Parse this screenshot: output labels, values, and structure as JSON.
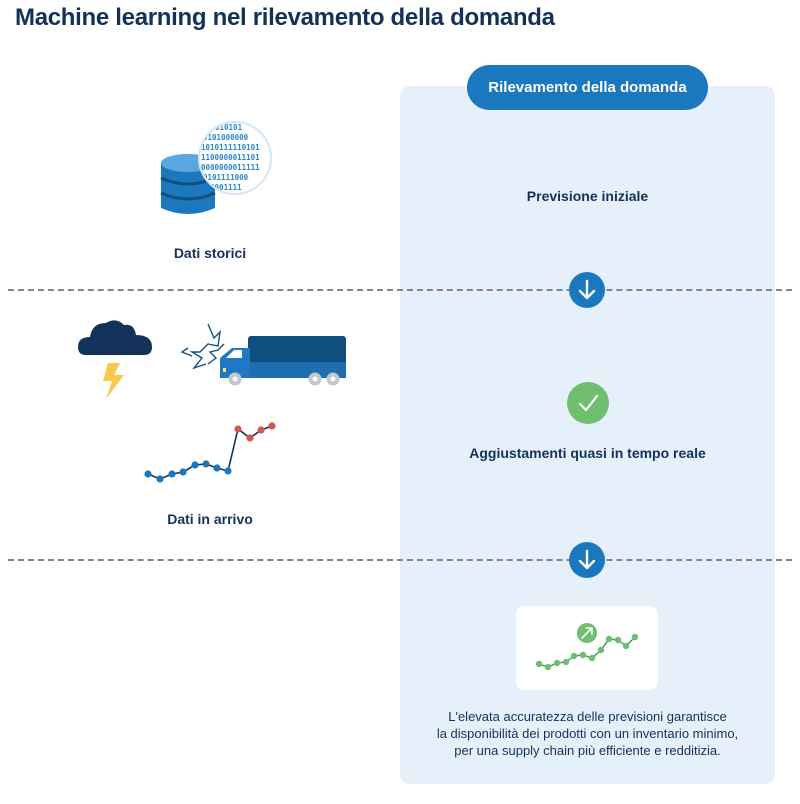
{
  "title": "Machine learning nel rilevamento della domanda",
  "panel": {
    "header_label": "Rilevamento della domanda",
    "step1_label": "Previsione iniziale",
    "step2_label": "Aggiustamenti quasi in tempo reale",
    "result_text_lines": [
      "L'elevata accuratezza delle previsioni garantisce",
      "la disponibilità dei prodotti con un inventario minimo,",
      "per una supply chain più efficiente e redditizia."
    ],
    "arrow_icon": "arrow-down-icon",
    "check_icon": "check-icon",
    "trend_icon": "trend-up-arrow-icon"
  },
  "left": {
    "historical_label": "Dati storici",
    "incoming_label": "Dati in arrivo",
    "historical_icon": "database-binary-icon",
    "weather_icon": "storm-cloud-icon",
    "truck_icon": "truck-crash-icon",
    "incoming_chart_icon": "incoming-data-line-icon",
    "binary_rows": [
      "010101",
      "0101000000",
      "1010111110101",
      "1100000011101",
      "0000000011111",
      "0101111000",
      "000001111"
    ]
  },
  "colors": {
    "navy": "#13325a",
    "accent_blue": "#1c78be",
    "panel_bg": "#e6f0fa",
    "green": "#6fbf6f",
    "red_point": "#d9534f",
    "lightning": "#f6c94e"
  }
}
